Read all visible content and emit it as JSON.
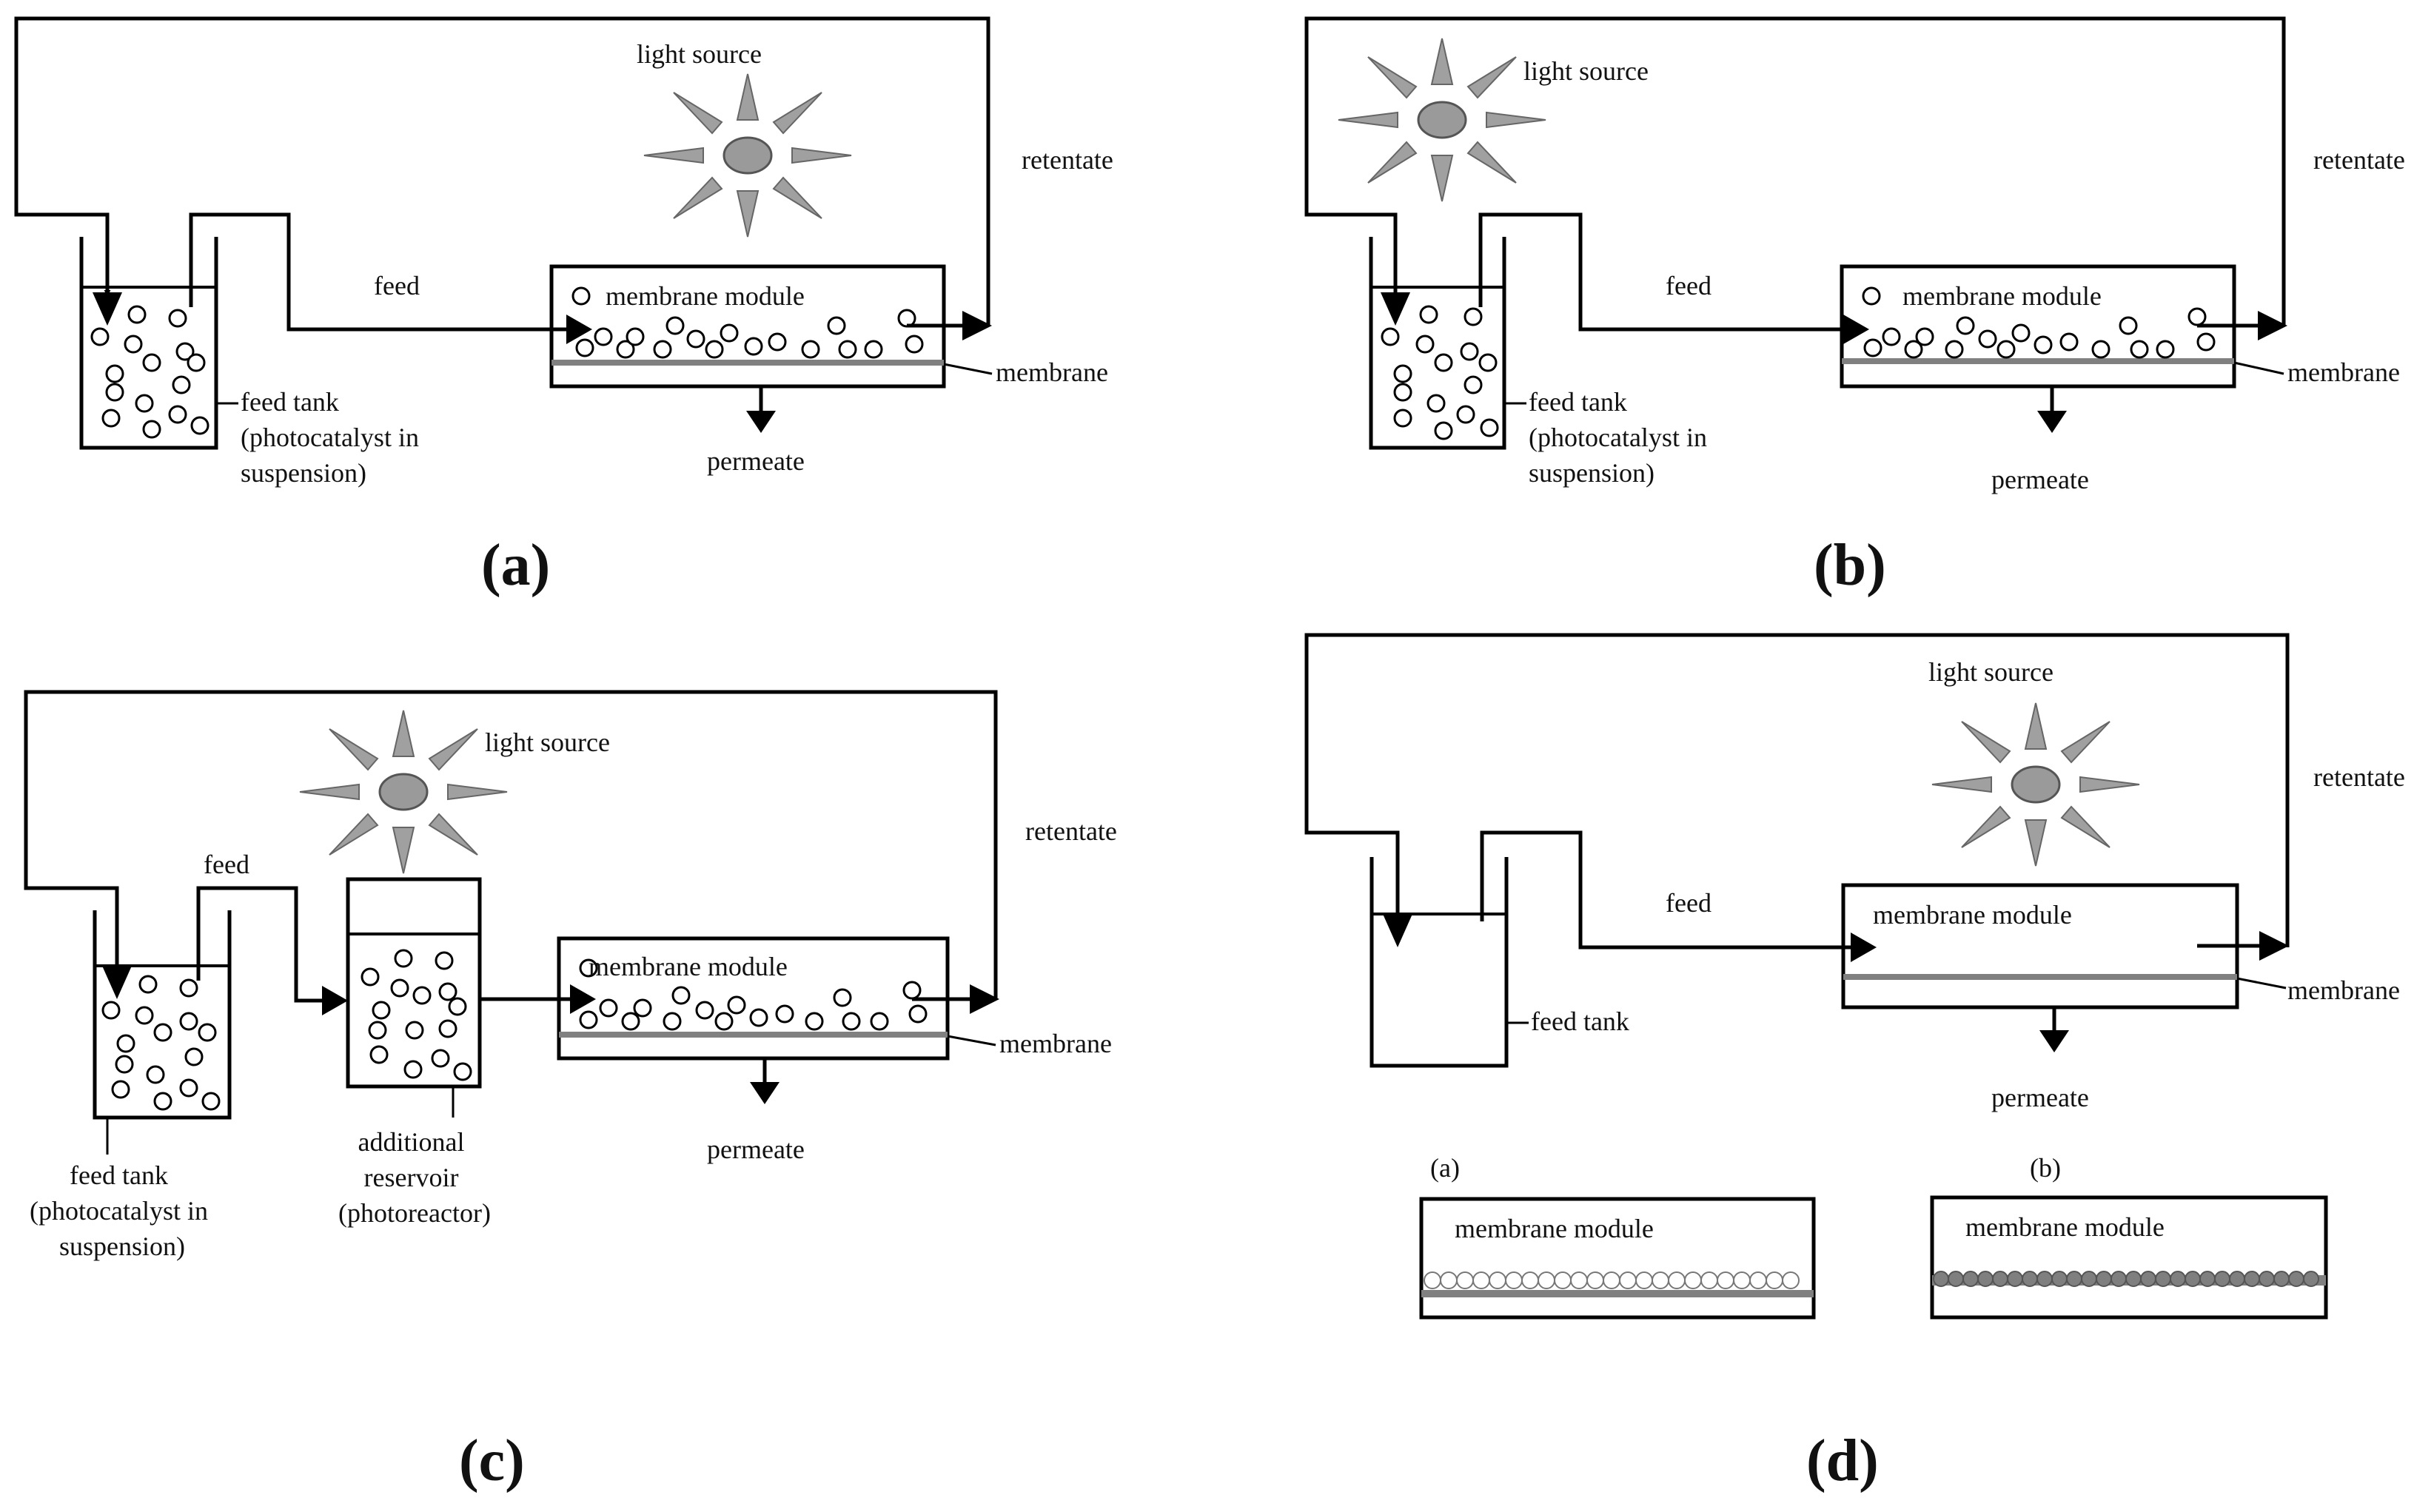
{
  "colors": {
    "line": "#000000",
    "membrane": "#808080",
    "light": "#a0a0a0",
    "light_core": "#9a9a9a",
    "coated_particles": "#7f7f7f"
  },
  "panels": {
    "a": {
      "label": "(a)",
      "light_source": "light source",
      "feed": "feed",
      "retentate": "retentate",
      "membrane_module": "membrane module",
      "membrane": "membrane",
      "permeate": "permeate",
      "feed_tank": [
        "feed tank",
        "(photocatalyst in",
        "suspension)"
      ]
    },
    "b": {
      "label": "(b)",
      "light_source": "light source",
      "feed": "feed",
      "retentate": "retentate",
      "membrane_module": "membrane module",
      "membrane": "membrane",
      "permeate": "permeate",
      "feed_tank": [
        "feed tank",
        "(photocatalyst in",
        "suspension)"
      ]
    },
    "c": {
      "label": "(c)",
      "light_source": "light source",
      "feed": "feed",
      "retentate": "retentate",
      "membrane_module": "membrane module",
      "membrane": "membrane",
      "permeate": "permeate",
      "feed_tank": [
        "feed tank",
        "(photocatalyst in",
        "suspension)"
      ],
      "reservoir": [
        "additional",
        "reservoir",
        "(photoreactor)"
      ]
    },
    "d": {
      "label": "(d)",
      "light_source": "light source",
      "feed": "feed",
      "retentate": "retentate",
      "membrane_module": "membrane module",
      "membrane": "membrane",
      "permeate": "permeate",
      "feed_tank": "feed tank",
      "sub_a": {
        "label": "(a)",
        "membrane_module": "membrane module"
      },
      "sub_b": {
        "label": "(b)",
        "membrane_module": "membrane module"
      }
    }
  }
}
